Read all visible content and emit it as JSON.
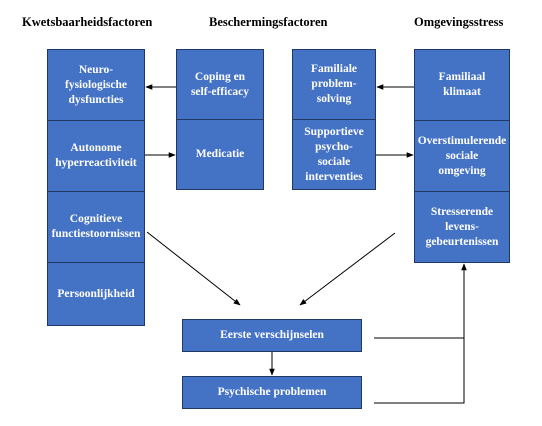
{
  "headers": {
    "col1": "Kwetsbaarheidsfactoren",
    "col2": "Beschermingsfactoren",
    "col3": "Omgevingsstress"
  },
  "kwetsbaarheid": [
    "Neuro-\nfysiologische\ndysfuncties",
    "Autonome\nhyperreactiviteit",
    "Cognitieve\nfunctiestoornissen",
    "Persoonlijkheid"
  ],
  "bescherming_individueel": [
    "Coping en\nself-efficacy",
    "Medicatie"
  ],
  "bescherming_sociaal": [
    "Familiale\nproblem-\nsolving",
    "Supportieve\npsycho-\nsociale\ninterventies"
  ],
  "omgeving": [
    "Familiaal\nklimaat",
    "Overstimulerende\nsociale\nomgeving",
    "Stresserende\nlevens-\ngebeurtenissen"
  ],
  "uitkomst": {
    "eerste": "Eerste verschijnselen",
    "psychisch": "Psychische problemen"
  },
  "colors": {
    "box_fill": "#4472c4",
    "box_border": "#1f3864",
    "line": "#000000"
  }
}
